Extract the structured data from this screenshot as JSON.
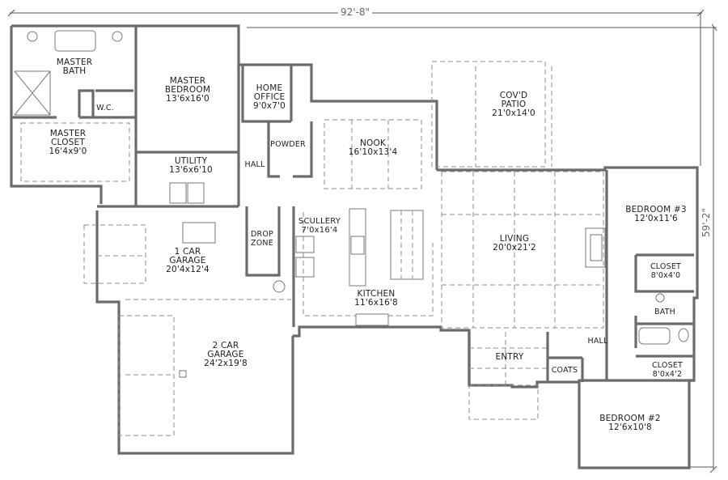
{
  "plan": {
    "overall_width": "92'-8\"",
    "overall_depth": "59'-2\"",
    "rooms": [
      {
        "id": "master_bath",
        "name": "MASTER BATH",
        "lines": [
          "MASTER",
          "BATH"
        ],
        "size": ""
      },
      {
        "id": "master_bedroom",
        "name": "MASTER BEDROOM",
        "lines": [
          "MASTER",
          "BEDROOM"
        ],
        "size": "13'6x16'0"
      },
      {
        "id": "wc",
        "name": "W.C.",
        "lines": [
          "W.C."
        ],
        "size": ""
      },
      {
        "id": "master_closet",
        "name": "MASTER CLOSET",
        "lines": [
          "MASTER",
          "CLOSET"
        ],
        "size": "16'4x9'0"
      },
      {
        "id": "home_office",
        "name": "HOME OFFICE",
        "lines": [
          "HOME",
          "OFFICE"
        ],
        "size": "9'0x7'0"
      },
      {
        "id": "powder",
        "name": "POWDER",
        "lines": [
          "POWDER"
        ],
        "size": ""
      },
      {
        "id": "hall_west",
        "name": "HALL",
        "lines": [
          "HALL"
        ],
        "size": ""
      },
      {
        "id": "utility",
        "name": "UTILITY",
        "lines": [
          "UTILITY"
        ],
        "size": "13'6x6'10"
      },
      {
        "id": "nook",
        "name": "NOOK",
        "lines": [
          "NOOK"
        ],
        "size": "16'10x13'4"
      },
      {
        "id": "covd_patio",
        "name": "COV'D PATIO",
        "lines": [
          "COV'D",
          "PATIO"
        ],
        "size": "21'0x14'0"
      },
      {
        "id": "bedroom3",
        "name": "BEDROOM #3",
        "lines": [
          "BEDROOM #3"
        ],
        "size": "12'0x11'6"
      },
      {
        "id": "closet_b3",
        "name": "CLOSET",
        "lines": [
          "CLOSET"
        ],
        "size": "8'0x4'0"
      },
      {
        "id": "bath",
        "name": "BATH",
        "lines": [
          "BATH"
        ],
        "size": ""
      },
      {
        "id": "living",
        "name": "LIVING",
        "lines": [
          "LIVING"
        ],
        "size": "20'0x21'2"
      },
      {
        "id": "scullery",
        "name": "SCULLERY",
        "lines": [
          "SCULLERY"
        ],
        "size": "7'0x16'4"
      },
      {
        "id": "drop_zone",
        "name": "DROP ZONE",
        "lines": [
          "DROP",
          "ZONE"
        ],
        "size": ""
      },
      {
        "id": "one_car_garage",
        "name": "1 CAR GARAGE",
        "lines": [
          "1 CAR",
          "GARAGE"
        ],
        "size": "20'4x12'4"
      },
      {
        "id": "kitchen",
        "name": "KITCHEN",
        "lines": [
          "KITCHEN"
        ],
        "size": "11'6x16'8"
      },
      {
        "id": "two_car_garage",
        "name": "2 CAR GARAGE",
        "lines": [
          "2 CAR",
          "GARAGE"
        ],
        "size": "24'2x19'8"
      },
      {
        "id": "entry",
        "name": "ENTRY",
        "lines": [
          "ENTRY"
        ],
        "size": ""
      },
      {
        "id": "coats",
        "name": "COATS",
        "lines": [
          "COATS"
        ],
        "size": ""
      },
      {
        "id": "hall_east",
        "name": "HALL",
        "lines": [
          "HALL"
        ],
        "size": ""
      },
      {
        "id": "closet_b2",
        "name": "CLOSET",
        "lines": [
          "CLOSET"
        ],
        "size": "8'0x4'2"
      },
      {
        "id": "bedroom2",
        "name": "BEDROOM #2",
        "lines": [
          "BEDROOM #2"
        ],
        "size": "12'6x10'8"
      }
    ],
    "colors": {
      "wall": "#6b6b6b",
      "dashed": "#8c8c8c",
      "text": "#1e1e1e",
      "background": "#ffffff"
    }
  }
}
